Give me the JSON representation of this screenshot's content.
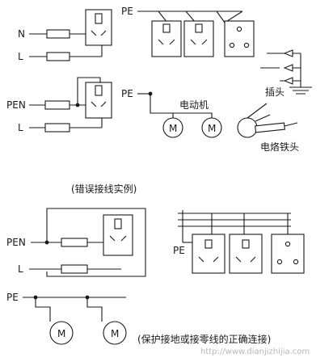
{
  "labels": {
    "n": "N",
    "l1": "L",
    "pe1": "PE",
    "pen1": "PEN",
    "l2": "L",
    "pe2": "PE",
    "plug": "插头",
    "motor_group": "电动机",
    "iron": "电烙铁头",
    "wrong_example": "(错误接线实例)",
    "pen2": "PEN",
    "l3": "L",
    "pe3": "PE",
    "pe4": "PE",
    "caption": "(保护接地或接零线的正确连接)",
    "watermark": "http://www.dianjizhijia.com"
  },
  "motor_symbol": "M"
}
